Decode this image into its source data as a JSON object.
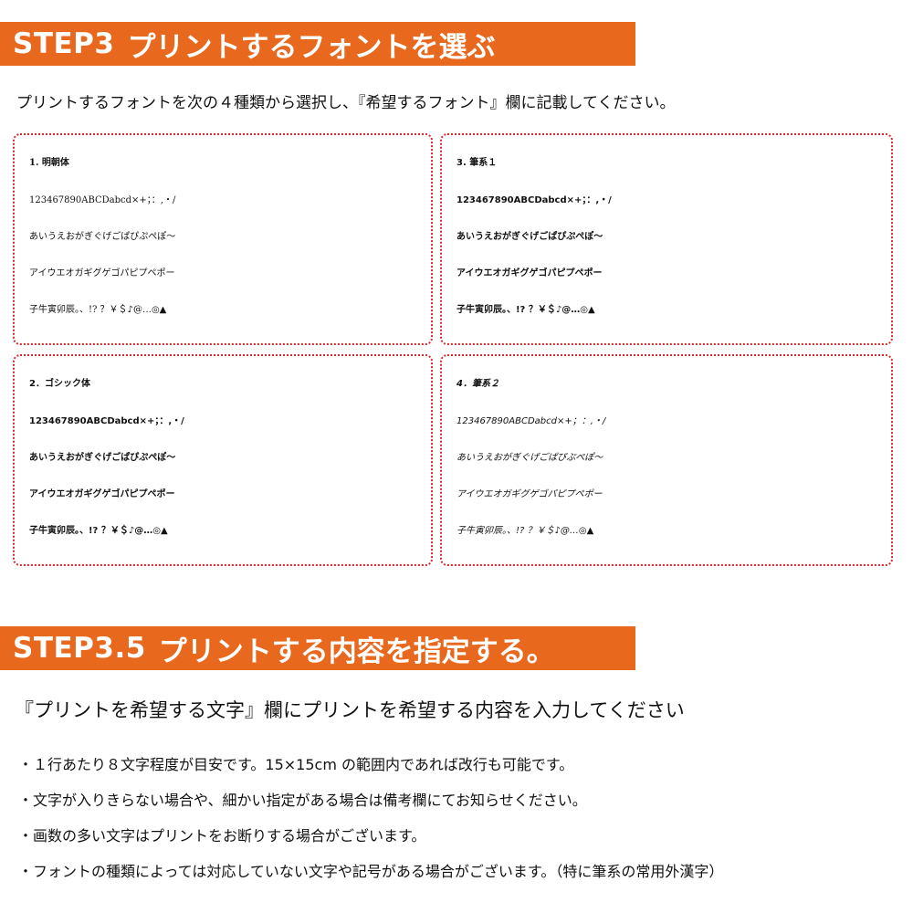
{
  "step3": {
    "label": "STEP3",
    "title": "プリントするフォントを選ぶ",
    "intro": "プリントするフォントを次の４種類から選択し、『希望するフォント』欄に記載してください。"
  },
  "fonts": [
    {
      "title": "1.  明朝体",
      "lines": [
        "123467890ABCDabcd×+；：,・/",
        "あいうえおがぎぐげごぱぴぷぺぽ～",
        "アイウエオガギグゲゴパピプペポー",
        "子牛寅卯辰。、!? ？￥＄♪@…◎▲"
      ]
    },
    {
      "title": "3.  筆系１",
      "lines": [
        "123467890ABCDabcd×+；：,・/",
        "あいうえおがぎぐげごぱぴぷぺぽ～",
        "アイウエオガギグゲゴパピプペポー",
        "子牛寅卯辰。、!? ？￥＄♪@…◎▲"
      ]
    },
    {
      "title": "2．ゴシック体",
      "lines": [
        "123467890ABCDabcd×+；：,・/",
        "あいうえおがぎぐげごぱぴぷぺぽ～",
        "アイウエオガギグゲゴパピプペポー",
        "子牛寅卯辰。、!? ？￥＄♪@…◎▲"
      ]
    },
    {
      "title": "4．筆系２",
      "lines": [
        "123467890ABCDabcd×+；：,・/",
        "あいうえおがぎぐげごぱぴぷぺぽ～",
        "アイウエオガギグゲゴパピプペポー",
        "子牛寅卯辰。、!? ？￥＄♪@…◎▲"
      ]
    }
  ],
  "step35": {
    "label": "STEP3.5",
    "title": "プリントする内容を指定する。",
    "intro": "『プリントを希望する文字』欄にプリントを希望する内容を入力してください",
    "bullets": [
      "・１行あたり８文字程度が目安です。15×15cm の範囲内であれば改行も可能です。",
      "・文字が入りきらない場合や、細かい指定がある場合は備考欄にてお知らせください。",
      "・画数の多い文字はプリントをお断りする場合がございます。",
      "・フォントの種類によっては対応していない文字や記号がある場合がございます。（特に筆系の常用外漢字）"
    ]
  },
  "colors": {
    "banner": "#e8681e",
    "box_border": "#d02a2a"
  }
}
